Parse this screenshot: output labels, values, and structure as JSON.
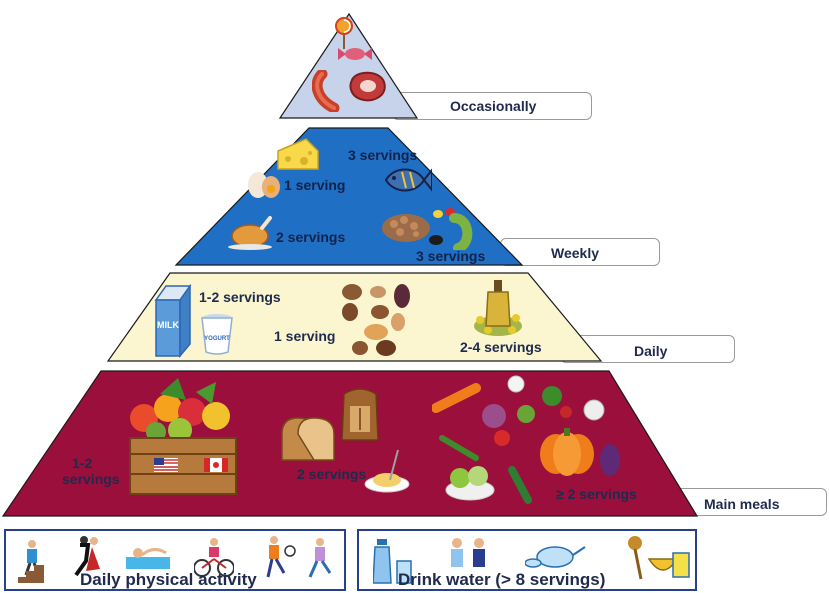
{
  "tiers": {
    "occasionally": {
      "label": "Occasionally",
      "color": "#c6d3ea"
    },
    "weekly": {
      "label": "Weekly",
      "color": "#1f6fc4",
      "servings": [
        "3 servings",
        "1 serving",
        "2 servings",
        "3 servings"
      ]
    },
    "daily": {
      "label": "Daily",
      "color": "#fbf6cf",
      "servings": [
        "1-2 servings",
        "1 serving",
        "2-4 servings"
      ]
    },
    "main_meals": {
      "label": "Main meals",
      "color": "#9b0f3c",
      "servings": [
        "1-2",
        "servings",
        "2 servings",
        "≥ 2 servings"
      ]
    }
  },
  "bottom": {
    "activity": {
      "label": "Daily physical activity"
    },
    "water": {
      "label": "Drink water (> 8 servings)"
    }
  },
  "food_text": {
    "milk": "MILK",
    "yogurt": "YOGURT"
  },
  "icons": [
    "candy-icon",
    "lollipop-icon",
    "sausage-icon",
    "steak-icon",
    "cheese-icon",
    "egg-icon",
    "fish-icon",
    "chicken-icon",
    "beans-icon",
    "milk-carton-icon",
    "yogurt-icon",
    "nuts-icon",
    "olive-oil-icon",
    "fruit-crate-icon",
    "bread-icon",
    "flour-icon",
    "pasta-icon",
    "vegetables-icon",
    "pumpkin-icon",
    "person-stairs-icon",
    "dancers-icon",
    "swimmer-icon",
    "cyclist-icon",
    "football-icon",
    "runner-icon",
    "water-bottle-icon",
    "drinking-people-icon",
    "teapot-icon",
    "soup-icon"
  ]
}
